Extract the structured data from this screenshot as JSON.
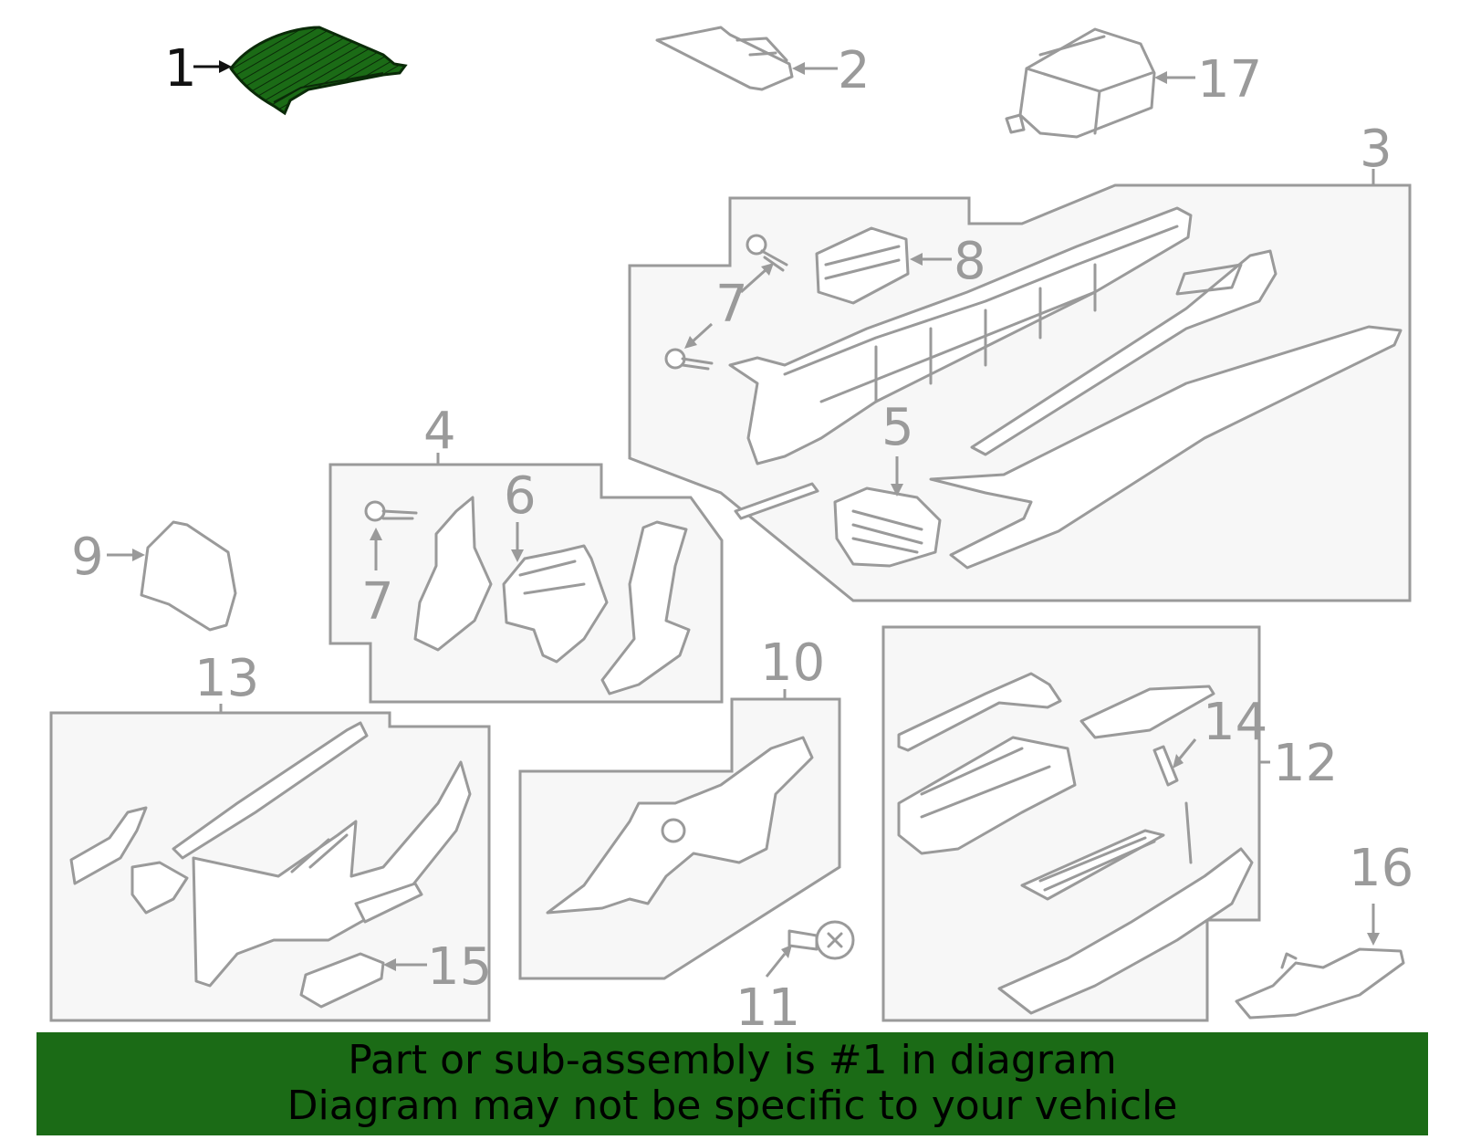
{
  "highlight_color": "#1b6b16",
  "highlighted_part": "1",
  "callouts": {
    "c1": "1",
    "c2": "2",
    "c3": "3",
    "c4": "4",
    "c5": "5",
    "c6": "6",
    "c7a": "7",
    "c7b": "7",
    "c8": "8",
    "c9": "9",
    "c10": "10",
    "c11": "11",
    "c12": "12",
    "c13": "13",
    "c14": "14",
    "c15": "15",
    "c16": "16",
    "c17": "17"
  },
  "banner": {
    "line1": "Part or sub-assembly is #1 in diagram",
    "line2": "Diagram may not be specific to your vehicle"
  }
}
